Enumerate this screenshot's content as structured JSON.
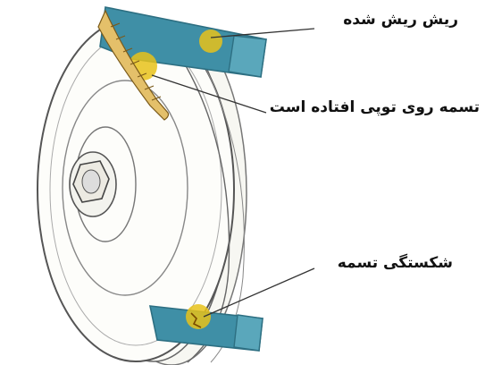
{
  "labels": {
    "frayed": "ریش ریش شده",
    "belt_on_pulley_bottom": "تسمه روی توپی افتاده است",
    "belt_breakage": "شکستگی تسمه"
  },
  "colors": {
    "belt": "#3f8fa6",
    "belt_dark": "#2d6f82",
    "highlight": "#e8c21a",
    "outline": "#555555",
    "pulley_fill": "#fbfbf7"
  }
}
